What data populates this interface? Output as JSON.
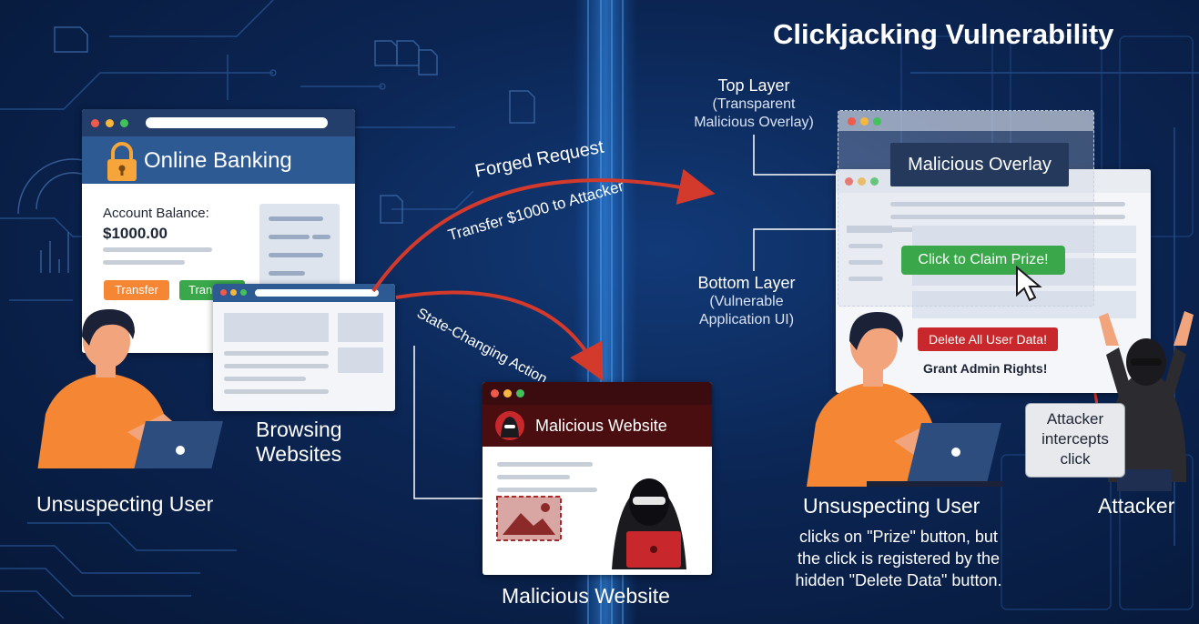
{
  "title": "Clickjacking Vulnerability",
  "banking": {
    "header": "Online Banking",
    "balance_label": "Account Balance:",
    "balance_value": "$1000.00",
    "btn_transfer": "Transfer",
    "btn_transfer_clipped": "Tran"
  },
  "arrows": {
    "forged_request": "Forged Request",
    "transfer_text": "Transfer $1000 to Attacker",
    "state_changing": "State-Changing Action"
  },
  "browsing_label": [
    "Browsing",
    "Websites"
  ],
  "user_left_label": "Unsuspecting User",
  "malicious": {
    "header": "Malicious Website",
    "caption": "Malicious Website"
  },
  "layers": {
    "top_title": "Top Layer",
    "top_sub1": "(Transparent",
    "top_sub2": "Malicious Overlay)",
    "bottom_title": "Bottom Layer",
    "bottom_sub1": "(Vulnerable",
    "bottom_sub2": "Application UI)"
  },
  "overlay": {
    "header": "Malicious Overlay",
    "claim_button": "Click to Claim Prize!",
    "delete_button": "Delete All User Data!",
    "grant_text": "Grant Admin Rights!"
  },
  "attacker_box": [
    "Attacker",
    "intercepts",
    "click"
  ],
  "user_right_label": "Unsuspecting User",
  "attacker_label": "Attacker",
  "description": [
    "clicks on \"Prize\" button, but",
    "the click is registered by the",
    "hidden \"Delete Data\" button."
  ],
  "colors": {
    "background": "#0b2553",
    "orange": "#f58634",
    "green": "#3aa84a",
    "red": "#c8282b",
    "arrow": "#d33a2c",
    "header_blue": "#2e4f86",
    "dark_red": "#4a0e10"
  },
  "icons": [
    "lock-icon",
    "hacker-icon",
    "image-icon",
    "cursor-icon",
    "laptop-icon",
    "document-icon"
  ]
}
